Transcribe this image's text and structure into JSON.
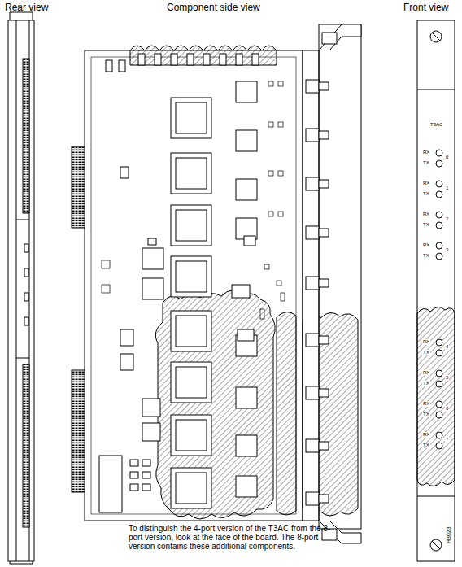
{
  "diagram": {
    "labels": [
      "Rear view",
      "Component side view",
      "Front view",
      "T3AC",
      "RX",
      "TX",
      "0",
      "RX",
      "TX",
      "1",
      "RX",
      "TX",
      "2",
      "RX",
      "TX",
      "3",
      "RX",
      "TX",
      "4",
      "RX",
      "TX",
      "5",
      "RX",
      "TX",
      "6",
      "RX",
      "TX",
      "7",
      "To distinguish the 4-port version of the T3AC from the 8-port version, look at the face of the board. The 8-port version contains these additional components.",
      "H3023"
    ]
  }
}
